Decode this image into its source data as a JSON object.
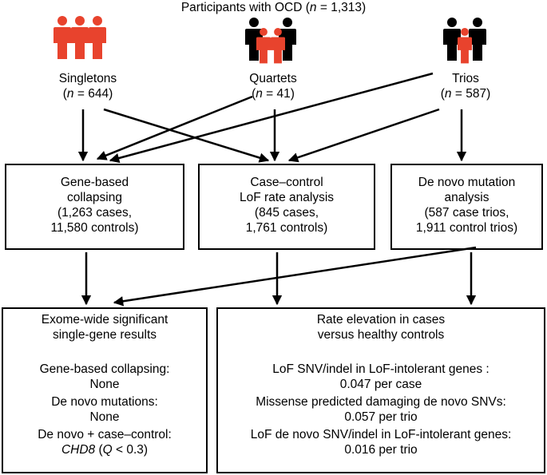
{
  "header": {
    "prefix": "Participants with OCD (",
    "n_var": "n",
    "suffix": " = 1,313)"
  },
  "colors": {
    "affected": "#e8432d",
    "unaffected": "#000000"
  },
  "groups": [
    {
      "name": "Singletons",
      "n_var": "n",
      "n_rest": " = 644)",
      "icon": "three-affected-persons-icon"
    },
    {
      "name": "Quartets",
      "n_var": "n",
      "n_rest": " = 41)",
      "icon": "family-quartet-icon"
    },
    {
      "name": "Trios",
      "n_var": "n",
      "n_rest": " = 587)",
      "icon": "family-trio-icon"
    }
  ],
  "analyses": [
    {
      "lines": [
        "Gene-based",
        "collapsing",
        "(1,263 cases,",
        "11,580 controls)"
      ]
    },
    {
      "lines": [
        "Case–control",
        "LoF rate analysis",
        "(845 cases,",
        "1,761 controls)"
      ]
    },
    {
      "lines": [
        "De novo mutation",
        "analysis",
        "(587 case trios,",
        "1,911 control trios)"
      ]
    }
  ],
  "results_left": {
    "title": [
      "Exome-wide significant",
      "single-gene results"
    ],
    "items": [
      {
        "label": "Gene-based collapsing:",
        "value": "None"
      },
      {
        "label": "De novo mutations:",
        "value": "None"
      },
      {
        "label": "De novo + case–control:",
        "gene": "CHD8",
        "paren_open": " (",
        "q_var": "Q",
        "q_rest": " < 0.3)"
      }
    ]
  },
  "results_right": {
    "title": [
      "Rate elevation in cases",
      "versus healthy controls"
    ],
    "items": [
      {
        "label": "LoF SNV/indel in LoF-intolerant genes :",
        "value": "0.047 per case"
      },
      {
        "label": "Missense predicted damaging de novo SNVs:",
        "value": "0.057 per trio"
      },
      {
        "label": "LoF de novo SNV/indel in LoF-intolerant genes:",
        "value": "0.016 per trio"
      }
    ]
  }
}
